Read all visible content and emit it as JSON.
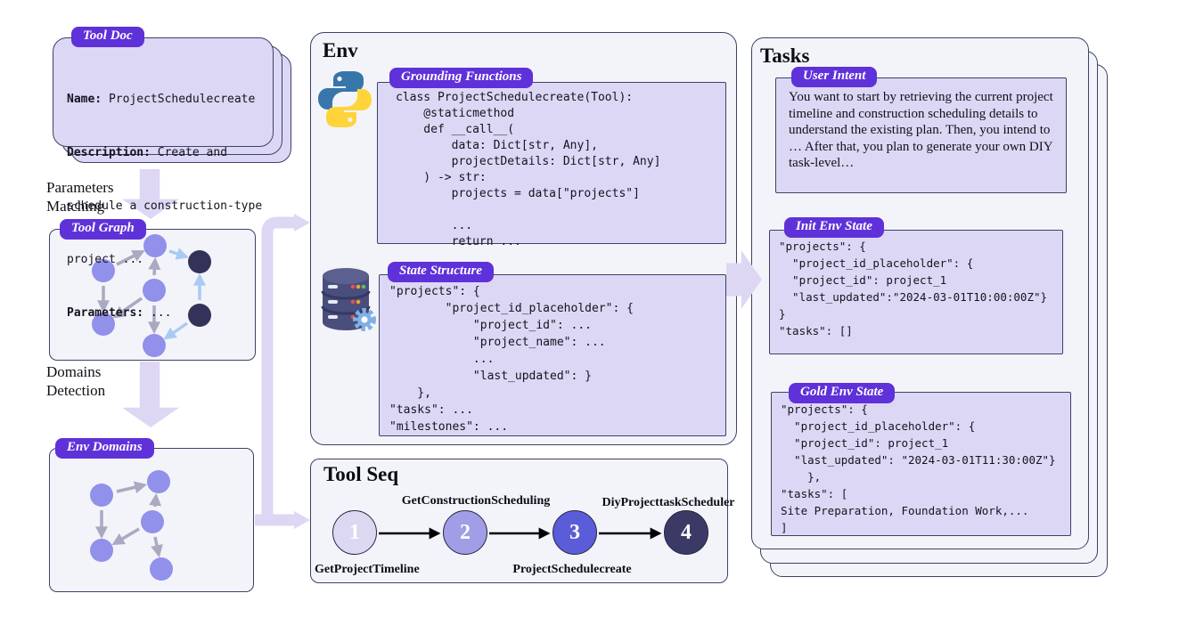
{
  "colors": {
    "badge_purple": "#5f31d9",
    "panel_fill": "#f3f4f9",
    "panel_border": "#3d4266",
    "block_fill": "#dcd7f5",
    "node_light": "#9190ea",
    "node_dark": "#333359",
    "edge_gray": "#a9a9c2",
    "edge_blue": "#a9caf3",
    "flow_arrow": "#ddd7f4",
    "seq_circle_1": "#dcd8f2",
    "seq_circle_2": "#a19de6",
    "seq_circle_3": "#5a5cd8",
    "seq_circle_4": "#3b3a66",
    "python_blue": "#3776ab",
    "python_yellow": "#ffd43b"
  },
  "tool_doc": {
    "badge": "Tool Doc",
    "lines": [
      {
        "key": "Name:",
        "rest": " ProjectSchedulecreate"
      },
      {
        "key": "Description:",
        "rest": " Create and"
      },
      {
        "key": "",
        "rest": "schedule a construction-type"
      },
      {
        "key": "",
        "rest": "project ..."
      },
      {
        "key": "Parameters:",
        "rest": " ..."
      }
    ]
  },
  "flow_labels": {
    "params_matching": "Parameters Matching",
    "domains_detection": "Domains Detection"
  },
  "tool_graph": {
    "badge": "Tool Graph"
  },
  "env_domains": {
    "badge": "Env Domains"
  },
  "env": {
    "title": "Env",
    "icons": {
      "python": "python-logo",
      "database": "database-with-gear"
    },
    "grounding_functions": {
      "badge": "Grounding Functions",
      "code": [
        "class ProjectSchedulecreate(Tool):",
        "    @staticmethod",
        "    def __call__(",
        "        data: Dict[str, Any],",
        "        projectDetails: Dict[str, Any]",
        "    ) -> str:",
        "        projects = data[\"projects\"]",
        "",
        "        ...",
        "        return ..."
      ]
    },
    "state_structure": {
      "badge": "State Structure",
      "code": [
        "\"projects\": {",
        "        \"project_id_placeholder\": {",
        "            \"project_id\": ...",
        "            \"project_name\": ...",
        "            ...",
        "            \"last_updated\": }",
        "    },",
        "\"tasks\": ...",
        "\"milestones\": ..."
      ]
    }
  },
  "tool_seq": {
    "title": "Tool Seq",
    "steps": [
      {
        "num": "1",
        "label": "GetProjectTimeline"
      },
      {
        "num": "2",
        "label": "GetConstructionScheduling"
      },
      {
        "num": "3",
        "label": "ProjectSchedulecreate"
      },
      {
        "num": "4",
        "label": "DiyProjecttaskScheduler"
      }
    ]
  },
  "tasks": {
    "title": "Tasks",
    "user_intent": {
      "badge": "User Intent",
      "text": "You want to start by retrieving the current project timeline and construction scheduling details to understand the existing plan. Then, you intend to … After that, you plan to generate your own DIY task-level…"
    },
    "init_env_state": {
      "badge": "Init Env State",
      "code": [
        "\"projects\": {",
        "  \"project_id_placeholder\": {",
        "  \"project_id\": project_1",
        "  \"last_updated\":\"2024-03-01T10:00:00Z\"}",
        "}",
        "\"tasks\": []"
      ]
    },
    "gold_env_state": {
      "badge": "Gold Env State",
      "code": [
        "\"projects\": {",
        "  \"project_id_placeholder\": {",
        "  \"project_id\": project_1",
        "  \"last_updated\": \"2024-03-01T11:30:00Z\"}",
        "    },",
        "\"tasks\": [",
        "Site Preparation, Foundation Work,...",
        "]"
      ]
    }
  }
}
